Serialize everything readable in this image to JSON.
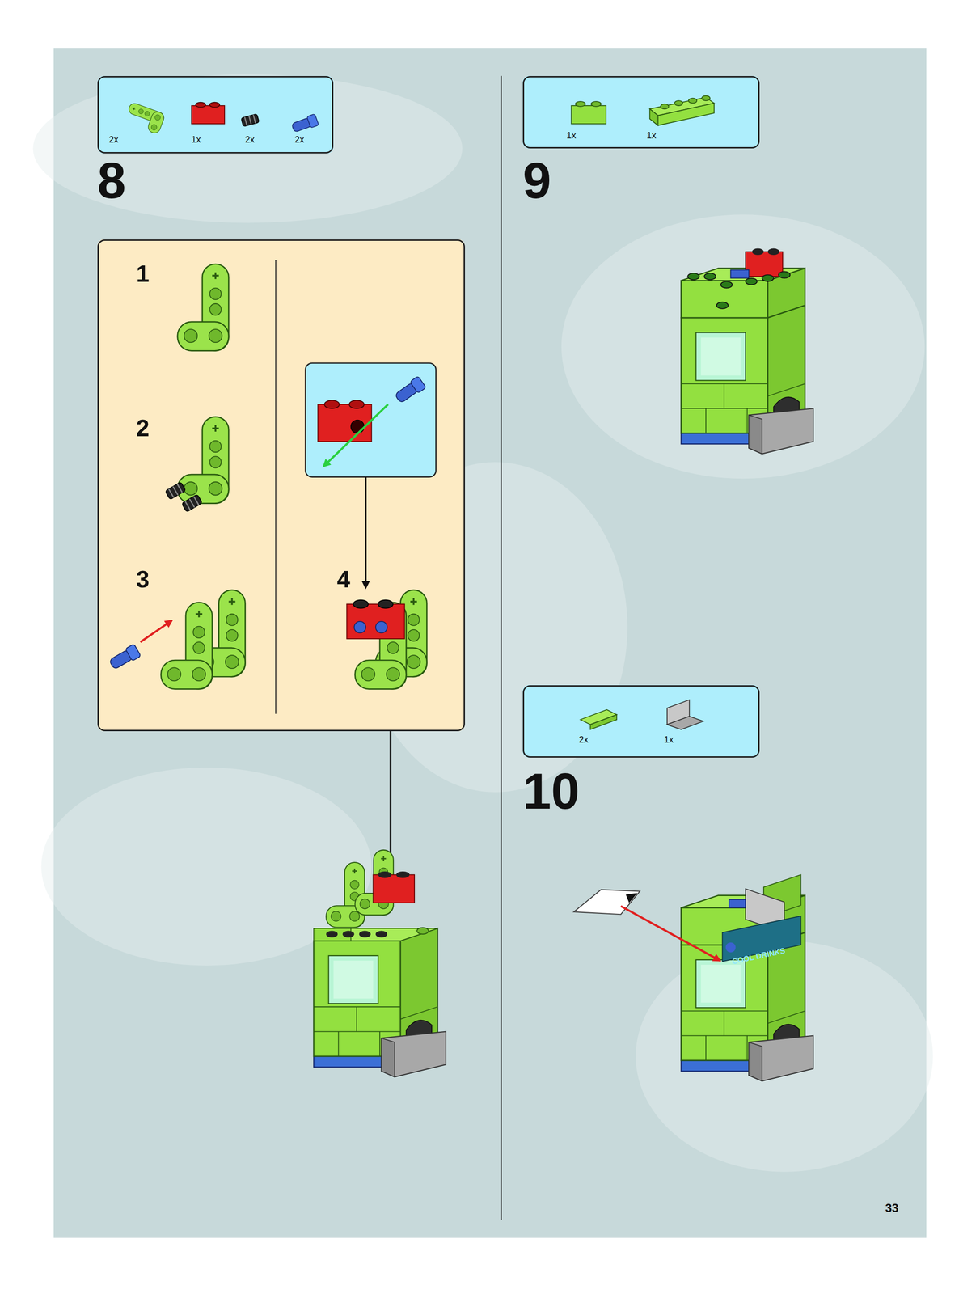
{
  "diagram": {
    "nodes": [
      {
        "text": [
          "2x",
          "1x",
          "2x",
          "2x"
        ]
      },
      {
        "text": [
          "1",
          "2",
          "3",
          "4"
        ]
      },
      {
        "text": [
          "1x",
          "1x"
        ]
      },
      {
        "text": [
          "2x",
          "1x"
        ]
      }
    ],
    "labels": [
      "8",
      "9",
      "10",
      "COOL DRINKS",
      "33"
    ]
  }
}
